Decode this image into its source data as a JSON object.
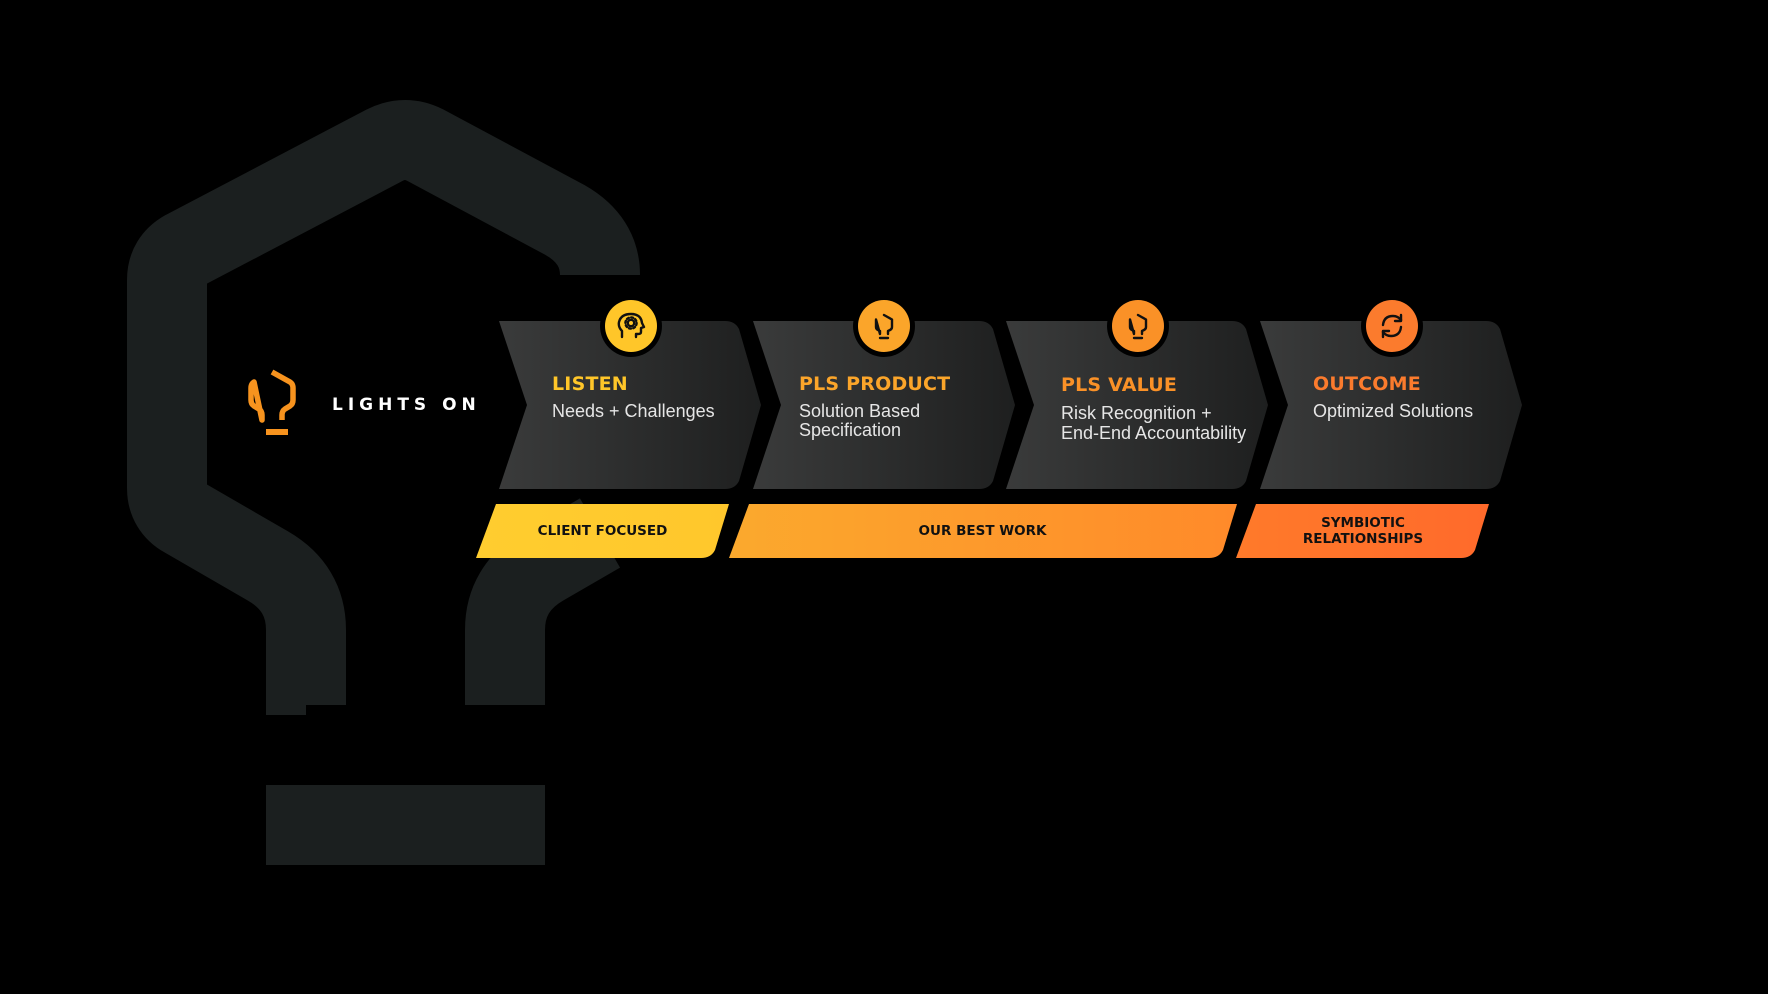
{
  "brand": {
    "name": "LIGHTS ON",
    "icon": "lightbulb-icon",
    "icon_color": "#F7931E"
  },
  "colors": {
    "background": "#000000",
    "watermark": "#1B1F1F",
    "chevron_light": "#3A3A3A",
    "chevron_dark": "#222222",
    "yellow": "#FFCC33",
    "orange": "#F7931E",
    "deep_orange": "#FF6A2B"
  },
  "steps": [
    {
      "title": "LISTEN",
      "subtitle": "Needs + Challenges",
      "icon": "head-gear-icon",
      "color": "#FFC629"
    },
    {
      "title": "PLS PRODUCT",
      "subtitle": "Solution Based\nSpecification",
      "icon": "lightbulb-icon",
      "color": "#FBA52A"
    },
    {
      "title": "PLS VALUE",
      "subtitle": "Risk Recognition +\nEnd-End Accountability",
      "icon": "lightbulb-icon",
      "color": "#FA9127"
    },
    {
      "title": "OUTCOME",
      "subtitle": "Optimized Solutions",
      "icon": "refresh-cycle-icon",
      "color": "#FB7B2D"
    }
  ],
  "bands": [
    {
      "label": "CLIENT FOCUSED",
      "color_start": "#FFCD2F",
      "color_end": "#FFC72C"
    },
    {
      "label": "OUR BEST WORK",
      "color_start": "#FBA92D",
      "color_end": "#FF8A2A"
    },
    {
      "label": "SYMBIOTIC\nRELATIONSHIPS",
      "color_start": "#FF7A2A",
      "color_end": "#FF6A2B"
    }
  ]
}
